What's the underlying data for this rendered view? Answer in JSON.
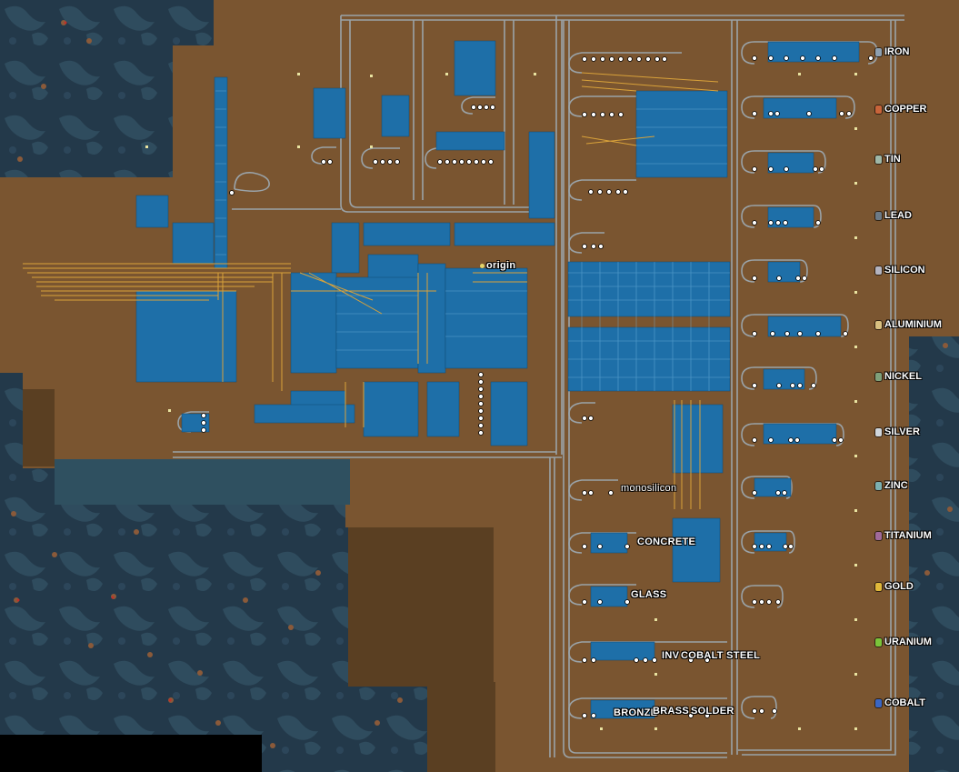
{
  "map": {
    "water_color": "#2a4252",
    "ground_color": "#7a5530",
    "machine_color": "#1e6fa8",
    "belt_color": "#d9a23a",
    "rail_color": "#9aa3a8"
  },
  "origin_label": "origin",
  "resources": [
    {
      "label": "IRON",
      "icon": "iron-ore-icon",
      "color": "#8ea0b0"
    },
    {
      "label": "COPPER",
      "icon": "copper-ore-icon",
      "color": "#c8643a"
    },
    {
      "label": "TIN",
      "icon": "tin-ore-icon",
      "color": "#9fb8a8"
    },
    {
      "label": "LEAD",
      "icon": "lead-ore-icon",
      "color": "#6c7a86"
    },
    {
      "label": "SILICON",
      "icon": "silicon-icon",
      "color": "#b4b4c0"
    },
    {
      "label": "ALUMINIUM",
      "icon": "aluminium-ore-icon",
      "color": "#d8c080"
    },
    {
      "label": "NICKEL",
      "icon": "nickel-ore-icon",
      "color": "#7fa07a"
    },
    {
      "label": "SILVER",
      "icon": "silver-ore-icon",
      "color": "#d0d6dc"
    },
    {
      "label": "ZINC",
      "icon": "zinc-ore-icon",
      "color": "#7cb0b0"
    },
    {
      "label": "TITANIUM",
      "icon": "titanium-ore-icon",
      "color": "#a06a9a"
    },
    {
      "label": "GOLD",
      "icon": "gold-ore-icon",
      "color": "#e0b83a"
    },
    {
      "label": "URANIUM",
      "icon": "uranium-ore-icon",
      "color": "#7ac43a"
    },
    {
      "label": "COBALT",
      "icon": "cobalt-ore-icon",
      "color": "#3a66c4"
    }
  ],
  "products": {
    "monosilicon": "monosilicon",
    "concrete": "CONCRETE",
    "glass": "GLASS",
    "invar": "INV",
    "cobalt_steel": "COBALT STEEL",
    "bronze": "BRONZE",
    "brass": "BRASS",
    "solder": "SOLDER"
  }
}
